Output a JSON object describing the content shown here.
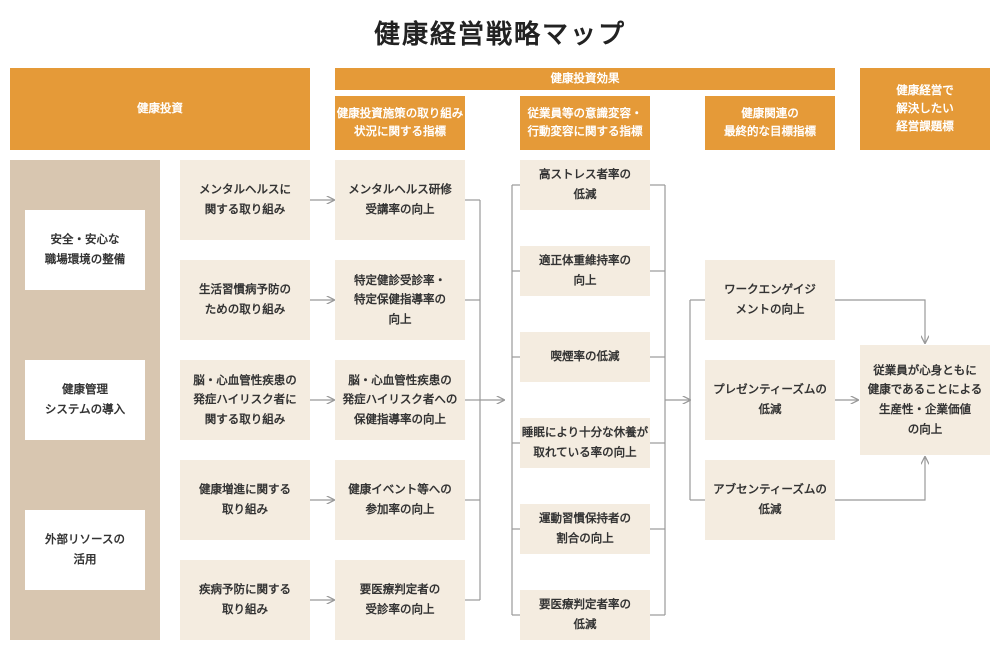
{
  "title": "健康経営戦略マップ",
  "colors": {
    "header": "#e59a38",
    "box": "#f4ece0",
    "panel": "#d8c6b0",
    "line": "#999999"
  },
  "headers": {
    "investment": "健康投資",
    "effect": "健康投資効果",
    "measures": "健康投資施策の取り組み\n状況に関する指標",
    "behavior": "従業員等の意識変容・\n行動変容に関する指標",
    "final": "健康関連の\n最終的な目標指標",
    "issues": "健康経営で\n解決したい\n経営課題標"
  },
  "investment_items": [
    "安全・安心な\n職場環境の整備",
    "健康管理\nシステムの導入",
    "外部リソースの\n活用"
  ],
  "initiatives": [
    "メンタルヘルスに\n関する取り組み",
    "生活習慣病予防の\nための取り組み",
    "脳・心血管性疾患の\n発症ハイリスク者に\n関する取り組み",
    "健康増進に関する\n取り組み",
    "疾病予防に関する\n取り組み"
  ],
  "measures": [
    "メンタルヘルス研修\n受講率の向上",
    "特定健診受診率・\n特定保健指導率の\n向上",
    "脳・心血管性疾患の\n発症ハイリスク者への\n保健指導率の向上",
    "健康イベント等への\n参加率の向上",
    "要医療判定者の\n受診率の向上"
  ],
  "behaviors": [
    "高ストレス者率の\n低減",
    "適正体重維持率の\n向上",
    "喫煙率の低減",
    "睡眠により十分な休養が\n取れている率の向上",
    "運動習慣保持者の\n割合の向上",
    "要医療判定者率の\n低減"
  ],
  "finals": [
    "ワークエンゲイジ\nメントの向上",
    "プレゼンティーズムの\n低減",
    "アブセンティーズムの\n低減"
  ],
  "goal": "従業員が心身ともに\n健康であることによる\n生産性・企業価値\nの向上"
}
